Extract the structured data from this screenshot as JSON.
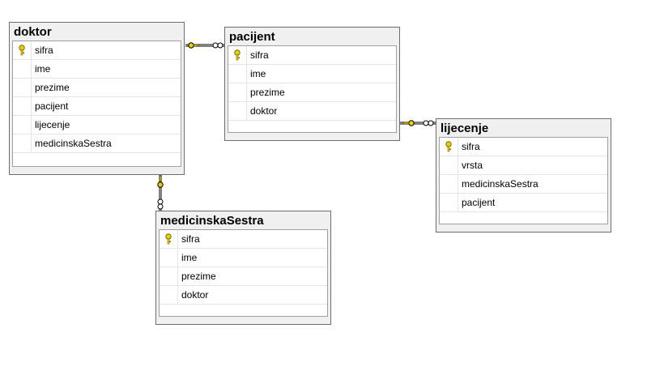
{
  "tables": {
    "doktor": {
      "title": "doktor",
      "columns": [
        {
          "name": "sifra",
          "pk": true
        },
        {
          "name": "ime",
          "pk": false
        },
        {
          "name": "prezime",
          "pk": false
        },
        {
          "name": "pacijent",
          "pk": false
        },
        {
          "name": "lijecenje",
          "pk": false
        },
        {
          "name": "medicinskaSestra",
          "pk": false
        }
      ]
    },
    "pacijent": {
      "title": "pacijent",
      "columns": [
        {
          "name": "sifra",
          "pk": true
        },
        {
          "name": "ime",
          "pk": false
        },
        {
          "name": "prezime",
          "pk": false
        },
        {
          "name": "doktor",
          "pk": false
        }
      ]
    },
    "lijecenje": {
      "title": "lijecenje",
      "columns": [
        {
          "name": "sifra",
          "pk": true
        },
        {
          "name": "vrsta",
          "pk": false
        },
        {
          "name": "medicinskaSestra",
          "pk": false
        },
        {
          "name": "pacijent",
          "pk": false
        }
      ]
    },
    "medicinskaSestra": {
      "title": "medicinskaSestra",
      "columns": [
        {
          "name": "sifra",
          "pk": true
        },
        {
          "name": "ime",
          "pk": false
        },
        {
          "name": "prezime",
          "pk": false
        },
        {
          "name": "doktor",
          "pk": false
        }
      ]
    }
  },
  "relationships": [
    {
      "from": "doktor",
      "to": "pacijent"
    },
    {
      "from": "pacijent",
      "to": "lijecenje"
    },
    {
      "from": "doktor",
      "to": "medicinskaSestra"
    }
  ],
  "colors": {
    "key": "#e8d000",
    "line": "#000000"
  }
}
